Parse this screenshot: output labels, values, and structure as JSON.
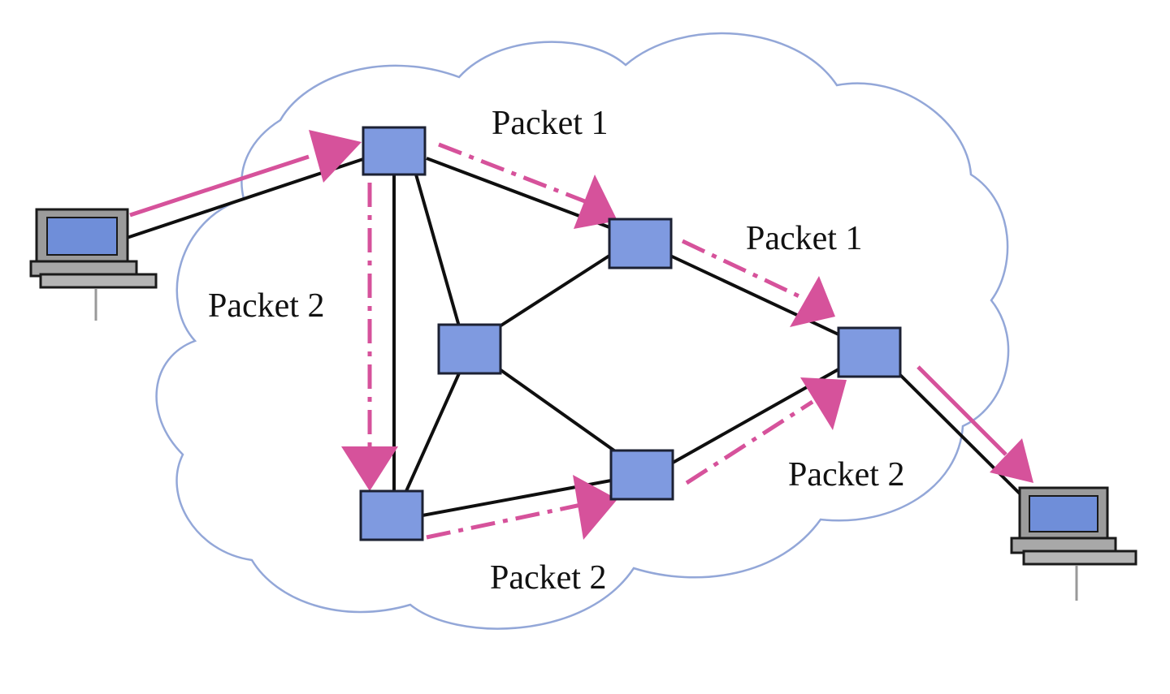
{
  "diagram": {
    "colors": {
      "router_fill": "#7f9ae0",
      "router_stroke": "#1c2133",
      "link": "#0f0f0f",
      "flow": "#d6529b",
      "cloud_stroke": "#93a7d8"
    },
    "labels": {
      "packet1_top": "Packet 1",
      "packet1_right": "Packet 1",
      "packet2_left": "Packet 2",
      "packet2_bottom": "Packet 2",
      "packet2_right": "Packet 2"
    },
    "nodes": [
      "source-laptop",
      "router-top-left",
      "router-upper-right",
      "router-center",
      "router-right",
      "router-bottom-left",
      "router-bottom-middle",
      "destination-laptop"
    ],
    "edges": [
      [
        "source-laptop",
        "router-top-left"
      ],
      [
        "router-top-left",
        "router-upper-right"
      ],
      [
        "router-top-left",
        "router-center"
      ],
      [
        "router-top-left",
        "router-bottom-left"
      ],
      [
        "router-upper-right",
        "router-center"
      ],
      [
        "router-upper-right",
        "router-right"
      ],
      [
        "router-center",
        "router-bottom-left"
      ],
      [
        "router-center",
        "router-bottom-middle"
      ],
      [
        "router-bottom-left",
        "router-bottom-middle"
      ],
      [
        "router-bottom-middle",
        "router-right"
      ],
      [
        "router-right",
        "destination-laptop"
      ]
    ],
    "flows": [
      {
        "packet": "Packet 1",
        "route": [
          "router-top-left",
          "router-upper-right",
          "router-right"
        ]
      },
      {
        "packet": "Packet 2",
        "route": [
          "router-top-left",
          "router-bottom-left",
          "router-bottom-middle",
          "router-right"
        ]
      }
    ]
  }
}
